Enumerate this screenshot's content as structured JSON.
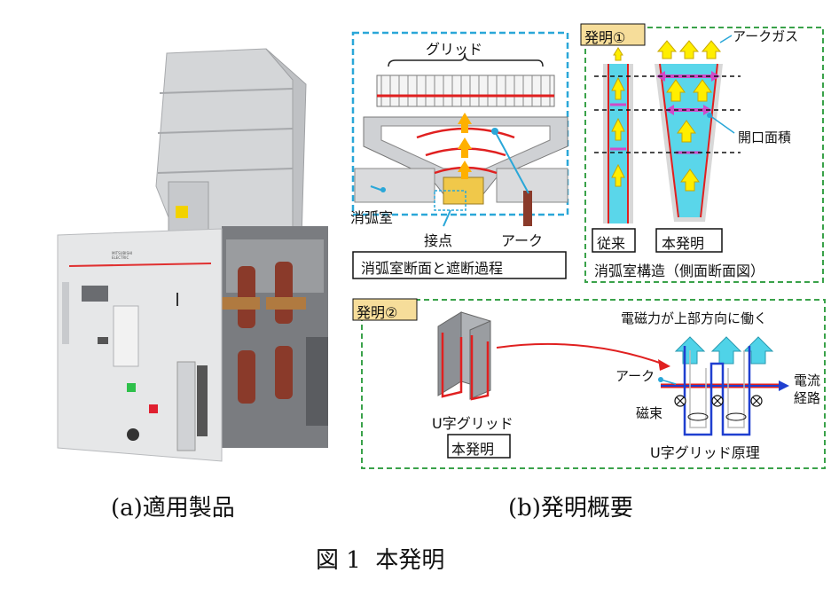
{
  "product": {
    "brand": "MITSUBISHI ELECTRIC"
  },
  "panel_a": {
    "caption": "(a)適用製品"
  },
  "panel_b": {
    "caption": "(b)発明概要",
    "section1": {
      "grid_label": "グリッド",
      "chamber_label": "消弧室",
      "contact_label": "接点",
      "arc_label": "アーク",
      "box_caption": "消弧室断面と遮断過程"
    },
    "invention1": {
      "badge": "発明①",
      "arc_gas": "アークガス",
      "opening_area": "開口面積",
      "conventional": "従来",
      "this_invention": "本発明",
      "structure_caption": "消弧室構造（側面断面図）"
    },
    "invention2": {
      "badge": "発明②",
      "force_label": "電磁力が上部方向に働く",
      "arc_label": "アーク",
      "current_path_1": "電流",
      "current_path_2": "経路",
      "flux_label": "磁束",
      "u_grid_label": "U字グリッド",
      "this_invention": "本発明",
      "principle_label": "U字グリッド原理"
    }
  },
  "figure_caption": "図 1  本発明",
  "colors": {
    "dash_blue": "#2aa7d8",
    "dash_green": "#3aa24a",
    "arc_red": "#e02020",
    "arrow_yellow": "#ffee00",
    "arrow_cyan": "#4fd3e8",
    "magenta": "#d04ac8",
    "current_blue": "#1f3fd0"
  }
}
